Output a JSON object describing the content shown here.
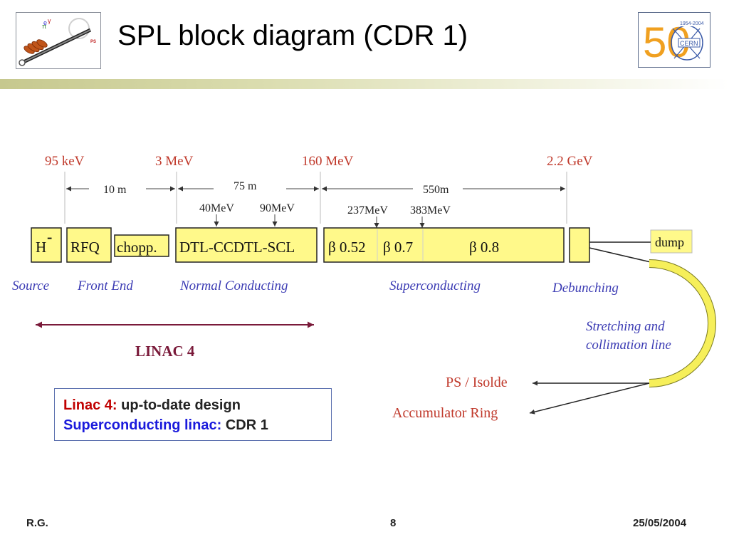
{
  "slide": {
    "title": "SPL block diagram (CDR 1)",
    "footer": {
      "author": "R.G.",
      "page": "8",
      "date": "25/05/2004"
    }
  },
  "logos": {
    "left": {
      "text": "PS"
    },
    "right": {
      "years": "1954-2004",
      "number": "50",
      "org": "CERN"
    }
  },
  "diagram": {
    "energies": [
      "95 keV",
      "3 MeV",
      "160 MeV",
      "2.2 GeV"
    ],
    "distances": [
      "10 m",
      "75 m",
      "550m"
    ],
    "markers": [
      "40MeV",
      "90MeV",
      "237MeV",
      "383MeV"
    ],
    "blocks": {
      "h": "H",
      "h_sup": "-",
      "rfq": "RFQ",
      "chopper": "chopp.",
      "dtl": "DTL-CCDTL-SCL",
      "beta1": "β 0.52",
      "beta2": "β 0.7",
      "beta3": "β 0.8",
      "dump": "dump"
    },
    "sections": [
      "Source",
      "Front End",
      "Normal Conducting",
      "Superconducting",
      "Debunching"
    ],
    "transfer_line": [
      "Stretching and",
      "collimation line"
    ],
    "destinations": [
      "PS / Isolde",
      "Accumulator Ring"
    ],
    "linac_label": "LINAC 4",
    "colors": {
      "block_fill": "#fff98a",
      "energy": "#c0392b",
      "section": "#3c3cb4",
      "linac": "#7a1a3a"
    }
  },
  "info": {
    "line1_key": "Linac 4:",
    "line1_value": "up-to-date design",
    "line2_key": "Superconducting linac:",
    "line2_value": "CDR 1"
  }
}
